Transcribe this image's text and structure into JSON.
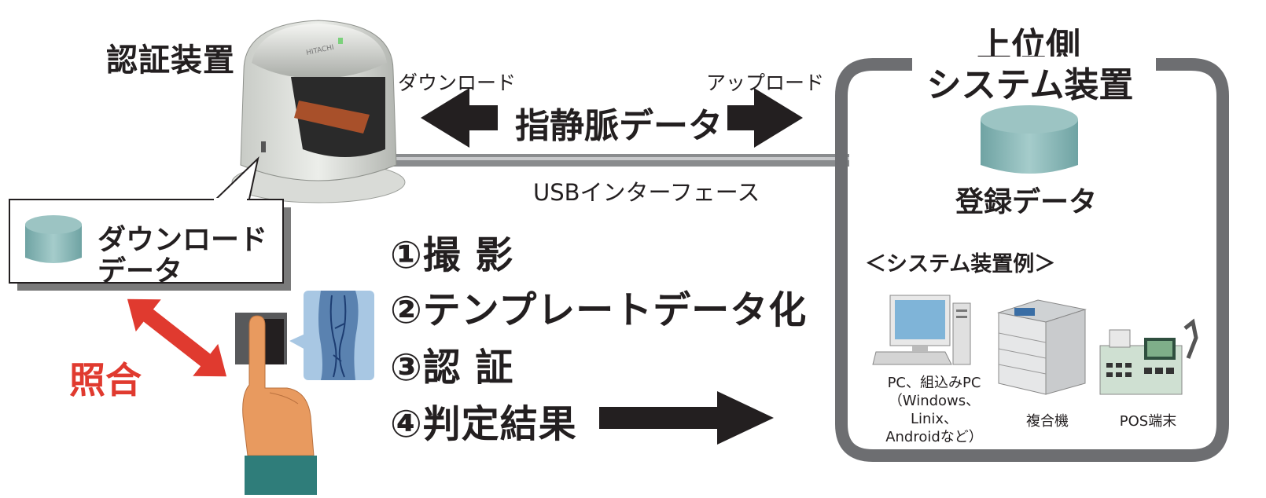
{
  "device": {
    "title": "認証装置"
  },
  "transfer": {
    "download_label": "ダウンロード",
    "upload_label": "アップロード",
    "data_label": "指静脈データ",
    "interface_label": "USBインターフェース"
  },
  "host": {
    "title_line1": "上位側",
    "title_line2": "システム装置",
    "registered_data_label": "登録データ",
    "examples_label": "＜システム装置例＞",
    "examples": [
      {
        "line1": "PC、組込みPC",
        "line2": "（Windows、Linix、",
        "line3": "Androidなど）"
      },
      {
        "label": "複合機"
      },
      {
        "label": "POS端末"
      }
    ]
  },
  "callout": {
    "line1": "ダウンロード",
    "line2": "データ"
  },
  "match_label": "照合",
  "steps": [
    "①撮 影",
    "②テンプレートデータ化",
    "③認 証",
    "④判定結果"
  ],
  "colors": {
    "accent_red": "#e03a2f",
    "arrow_dark": "#231f20",
    "frame_gray": "#6d6e71",
    "db_teal": "#7fb0b0",
    "skin": "#e89a5f",
    "sleeve": "#2f7d7a",
    "vein_bg": "#a8c7e3"
  },
  "icons": [
    "hitachi-device-icon",
    "database-icon",
    "finger-icon",
    "vein-image-icon",
    "pc-icon",
    "mfp-icon",
    "pos-terminal-icon"
  ]
}
